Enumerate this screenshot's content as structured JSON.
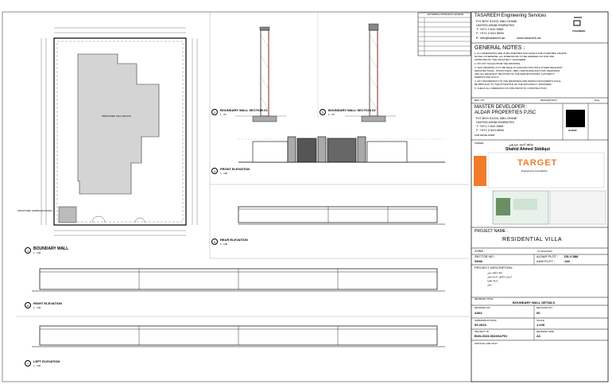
{
  "company": {
    "name": "TASAREEH Engineering Services",
    "address1": "P.O BOX 51133, ABU DHABI",
    "address2": "UNITED ARAB EMIRATES",
    "tel": "T: +971 2 610 5555",
    "fax": "F: +971 2 610 5550",
    "email": "E: info@tasareeh.ae",
    "web": "www.tasareeh.ae",
    "logo_text": "TASAREEH"
  },
  "legend": {
    "title": "EXTERNAL FINISHING LEGEND"
  },
  "general_notes": {
    "title": "GENERAL NOTES :",
    "lines": [
      "1. ALL DIMENSIONS ARE IN MILLIMETRES AND LEVELS ARE IN METRES UNLESS",
      "NOTED OTHERWISE. ALL DIMENSIONS TO BE VERIFIED ON SITE AND",
      "APPROVED BY THE ARCHITECT / ENGINEER.",
      "2. DO NOT SCALE FROM THE DRAWING.",
      "3. THIS DRAWING IS TO BE READ IN CONJUNCTION WITH OTHER RELEVANT",
      "ARCHITECTURAL, STRUCTURAL, MEP, LANDSCAPE AND CIVIL DRAWINGS",
      "AND ALL RELEVANT SECTIONS OF THE SPECIFICATIONS, AUTHORITY",
      "PERMITS AND NOC'S.",
      "4. ANY DISCREPANCY IN THE DRAWINGS AND DESIGN DOCUMENTS SHALL",
      "BE BROUGHT TO THE ATTENTION OF THE ARCHITECT / ENGINEER.",
      "5. CHECK ALL DIMENSION ON SITE PRIOR TO CONSTRUCTION."
    ]
  },
  "revision_header": {
    "rev": "REV. NO.",
    "description": "DESCRIPTION",
    "date": "Date"
  },
  "master_developer": {
    "label": "MASTER DEVELOPER :",
    "name": "ALDAR PROPERTIES PJSC",
    "address1": "P.O BOX 51133, ABU DHABI",
    "address2": "UNITED ARAB EMIRATES",
    "tel": "T: +971 2 810 5555",
    "fax": "F: +971 2 810 5550",
    "logo_text": "ALDAR",
    "sub_developer": "SUB DEVELOPER:"
  },
  "owner": {
    "label": "OWNER",
    "name_ar": "شاهد احمد صديقي",
    "name": "Shahid Ahmed Siddiqui"
  },
  "consultant": {
    "logo": "TARGET",
    "sub": "Engineering Consultants"
  },
  "project": {
    "name_label": "PROJECT NAME :",
    "name": "RESIDENTIAL  VILLA",
    "zone_label": "ZONE :",
    "zone": "AL Shamkhah",
    "sector_label": "SECTOR NO :",
    "sector": "SH36",
    "aldar_plot_label": "ALDAR PLOT :",
    "aldar_plot": "DS-V-588",
    "adm_plot_label": "ADM PLOT :",
    "adm_plot": "149",
    "desc_label": "PROJECT DESCRIPTION :",
    "desc_ar1": "فيلا سكنية بدور",
    "desc_ar2": "ارضي+ملحق خدمة+سور",
    "desc_ar3": "غرفة تقوية",
    "desc_ar4": "سور"
  },
  "drawing": {
    "title_label": "DRAWING TITLE :",
    "title": "BOUNDARY WALL DETAILS",
    "no_label": "DRAWING NO :",
    "no": "A402",
    "rev_label": "REVISION NO :",
    "rev": "00",
    "sub_date_label": "SUBMISSION DATE :",
    "sub_date": "09-2023",
    "scale_label": "SCALE",
    "scale": "1:100",
    "project_id_label": "PROJECT ID :",
    "project_id": "B1N-2023-002494-P01",
    "size_label": "DRAWING SIZE",
    "size": "A1",
    "official": "OFFICIAL USE ONLY"
  },
  "views": [
    {
      "num": "1",
      "title": "BOUNDARY WALL",
      "scale": "1 : 100"
    },
    {
      "num": "2",
      "title": "BOUNDARY WALL SECTION 01",
      "scale": "1 : 25"
    },
    {
      "num": "3",
      "title": "BOUNDARY WALL SECTION 02",
      "scale": "1 : 25"
    },
    {
      "num": "4",
      "title": "FRONT ELEVATION",
      "scale": "1 : 100"
    },
    {
      "num": "5",
      "title": "REAR ELEVATION",
      "scale": "1 : 100"
    },
    {
      "num": "6",
      "title": "RIGHT ELEVATION",
      "scale": "1 : 100"
    },
    {
      "num": "7",
      "title": "LEFT ELEVATION",
      "scale": "1 : 100"
    }
  ],
  "plan": {
    "villa_label": "PROPOSED VILLA BLOCK",
    "garbage_label": "PROPOSED GARBAGE ROOM"
  }
}
